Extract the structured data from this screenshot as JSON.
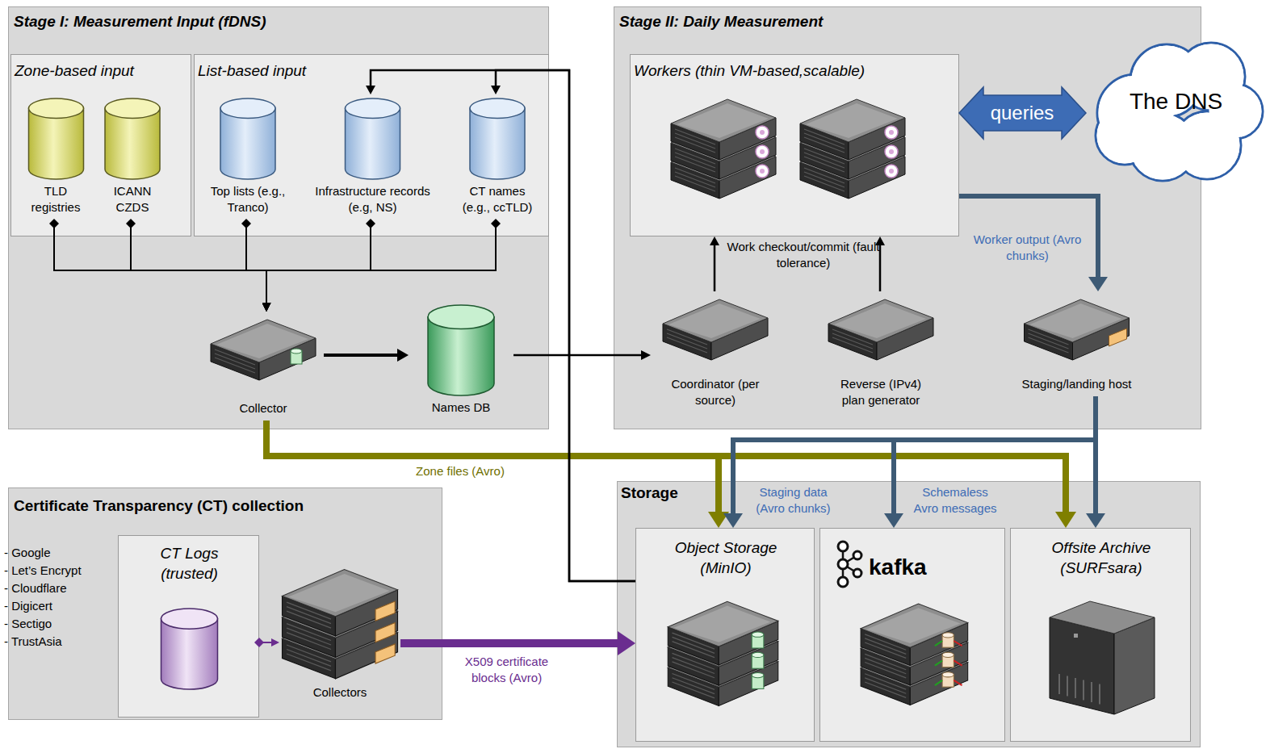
{
  "diagram": {
    "nodes": [
      {
        "text": [
          "Stage I: Measurement Input (fDNS)"
        ]
      },
      {
        "text": [
          "Zone-based input"
        ],
        "in": 0
      },
      {
        "text": [
          "TLD registries"
        ],
        "in": 1
      },
      {
        "text": [
          "ICANN CZDS"
        ],
        "in": 1
      },
      {
        "text": [
          "List-based input"
        ],
        "in": 0
      },
      {
        "text": [
          "Top lists (e.g., Tranco)"
        ],
        "in": 4
      },
      {
        "text": [
          "Infrastructure records (e.g, NS)"
        ],
        "in": 4
      },
      {
        "text": [
          "CT names (e.g., ccTLD)"
        ],
        "in": 4
      },
      {
        "text": [
          "Collector"
        ],
        "in": 0
      },
      {
        "text": [
          "Names DB"
        ],
        "in": 0
      },
      {
        "text": [
          "Stage II: Daily Measurement"
        ]
      },
      {
        "text": [
          "Workers (thin VM-based,scalable)"
        ],
        "in": 10
      },
      {
        "text": [
          "The DNS"
        ]
      },
      {
        "text": [
          "Coordinator (per source)"
        ],
        "in": 10
      },
      {
        "text": [
          "Reverse (IPv4) plan generator"
        ],
        "in": 10
      },
      {
        "text": [
          "Staging/landing host"
        ],
        "in": 10
      },
      {
        "text": [
          "Certificate Transparency (CT) collection"
        ]
      },
      {
        "text": [
          "CT Logs (trusted)"
        ],
        "in": 16
      },
      {
        "text": [
          "Collectors"
        ],
        "in": 16
      },
      {
        "text": [
          "Storage"
        ]
      },
      {
        "text": [
          "Object Storage (MinIO)"
        ],
        "in": 19
      },
      {
        "text": [
          "kafka"
        ],
        "in": 19
      },
      {
        "text": [
          "Offsite Archive (SURFsara)"
        ],
        "in": 19
      }
    ],
    "edges": [
      {
        "from": 2,
        "to": 8,
        "arrow": "to"
      },
      {
        "from": 3,
        "to": 8,
        "arrow": "to"
      },
      {
        "from": 5,
        "to": 8,
        "arrow": "to"
      },
      {
        "from": 6,
        "to": 8,
        "arrow": "to"
      },
      {
        "from": 7,
        "to": 8,
        "arrow": "to"
      },
      {
        "from": 8,
        "to": 9,
        "arrow": "to"
      },
      {
        "from": 9,
        "to": 13,
        "arrow": "to"
      },
      {
        "from": 13,
        "to": 11,
        "arrow": "to"
      },
      {
        "from": 14,
        "to": 11,
        "arrow": "to"
      },
      {
        "from": 11,
        "to": 12,
        "label": "queries",
        "arrow": "both"
      },
      {
        "from": 11,
        "to": 15,
        "label": "Worker output (Avro chunks)",
        "arrow": "to"
      },
      {
        "from": 8,
        "to": 20,
        "label": "Zone files (Avro)",
        "arrow": "to"
      },
      {
        "from": 8,
        "to": 22,
        "arrow": "to"
      },
      {
        "from": 15,
        "to": 20,
        "label": "Staging data (Avro chunks)",
        "arrow": "to"
      },
      {
        "from": 15,
        "to": 21,
        "label": "Schemaless Avro messages",
        "arrow": "to"
      },
      {
        "from": 15,
        "to": 22,
        "arrow": "to"
      },
      {
        "from": 20,
        "to": 6,
        "arrow": "to"
      },
      {
        "from": 20,
        "to": 7,
        "arrow": "to"
      },
      {
        "from": 17,
        "to": 18,
        "arrow": "to"
      },
      {
        "from": 18,
        "to": 20,
        "label": "X509 certificate blocks (Avro)",
        "arrow": "to"
      }
    ],
    "labels": [
      "Work checkout/commit (fault tolerance)",
      "- Google",
      "- Let’s Encrypt",
      "- Cloudflare",
      "- Digicert",
      "- Sectigo",
      "- TrustAsia"
    ]
  }
}
